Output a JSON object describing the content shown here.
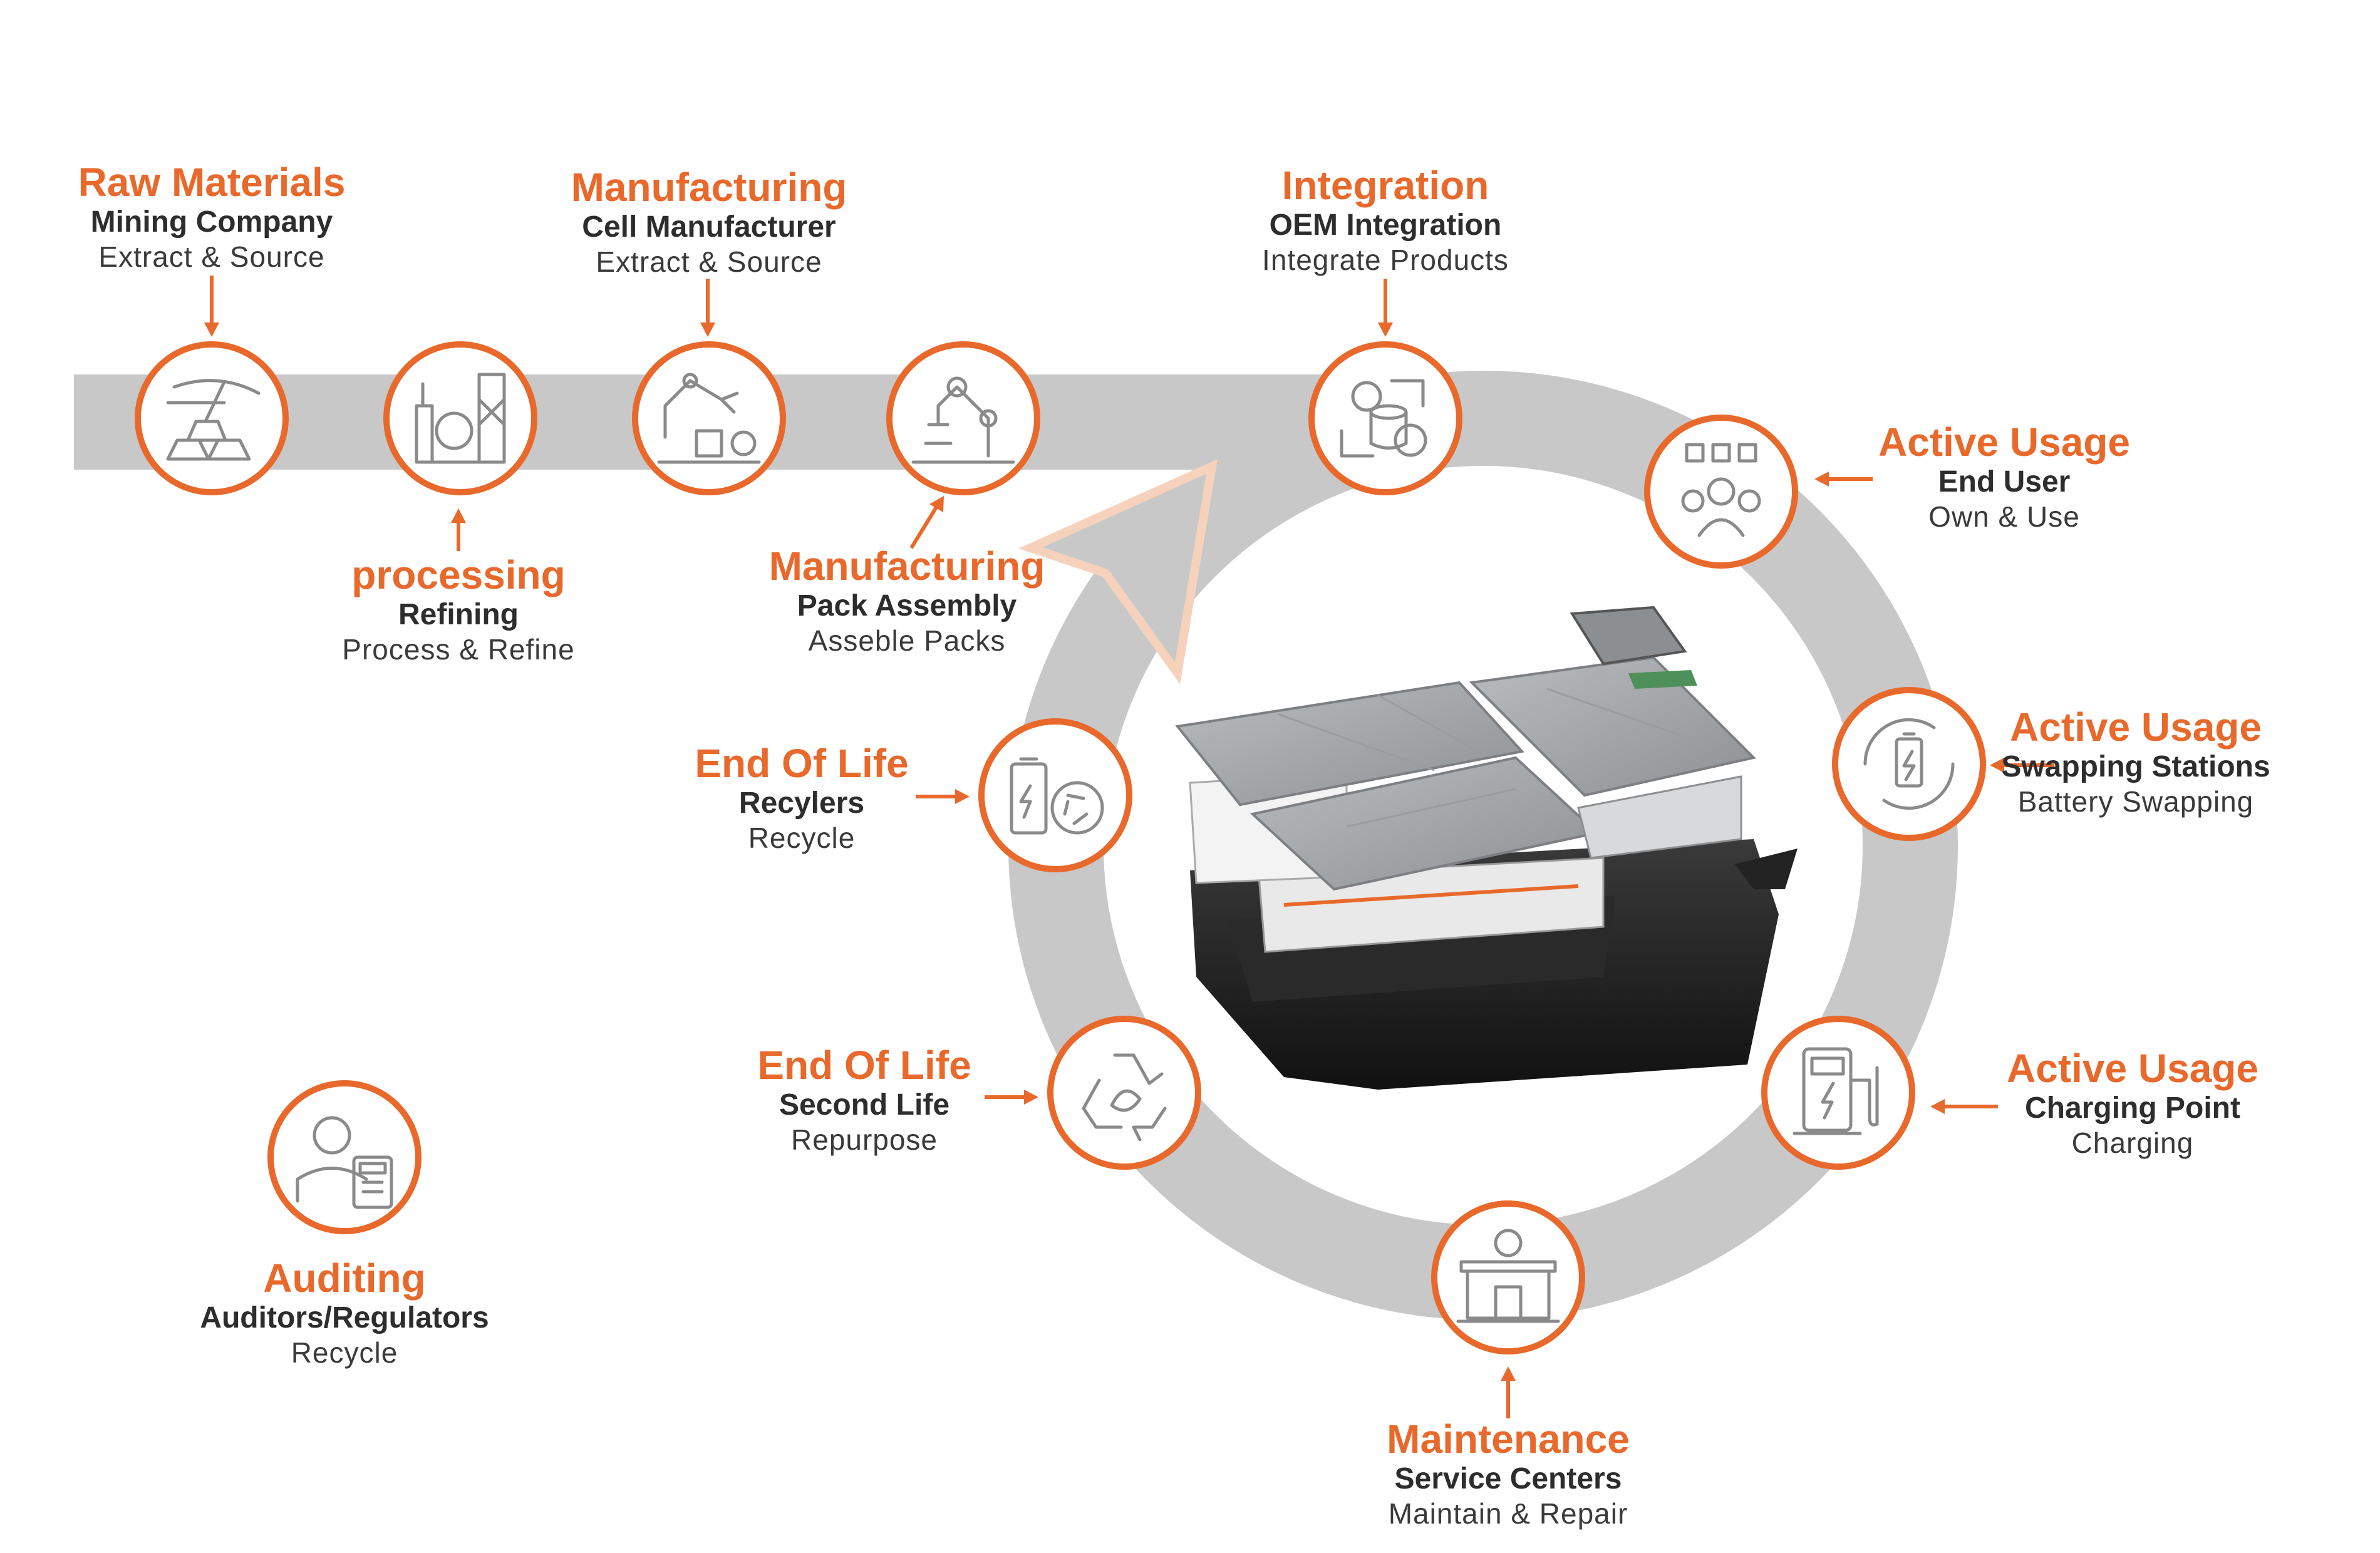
{
  "colors": {
    "accent": "#e8692b",
    "track": "#c8c8c8",
    "icon": "#8a8a8a",
    "dark": "#2d2d2d"
  },
  "stages": [
    {
      "id": "raw-materials",
      "title": "Raw Materials",
      "role": "Mining Company",
      "action": "Extract & Source",
      "icon": "mining-icon"
    },
    {
      "id": "processing",
      "title": "processing",
      "role": "Refining",
      "action": "Process & Refine",
      "icon": "refinery-icon"
    },
    {
      "id": "cell-manufacturing",
      "title": "Manufacturing",
      "role": "Cell Manufacturer",
      "action": "Extract & Source",
      "icon": "robot-arm-chip-icon"
    },
    {
      "id": "pack-manufacturing",
      "title": "Manufacturing",
      "role": "Pack Assembly",
      "action": "Asseble Packs",
      "icon": "robot-arm-icon"
    },
    {
      "id": "integration",
      "title": "Integration",
      "role": "OEM Integration",
      "action": "Integrate Products",
      "icon": "gears-database-icon"
    },
    {
      "id": "end-user",
      "title": "Active Usage",
      "role": "End User",
      "action": "Own & Use",
      "icon": "users-icon"
    },
    {
      "id": "swapping",
      "title": "Active Usage",
      "role": "Swapping Stations",
      "action": "Battery Swapping",
      "icon": "battery-swap-icon"
    },
    {
      "id": "charging",
      "title": "Active Usage",
      "role": "Charging Point",
      "action": "Charging",
      "icon": "charging-station-icon"
    },
    {
      "id": "maintenance",
      "title": "Maintenance",
      "role": "Service Centers",
      "action": "Maintain & Repair",
      "icon": "service-center-icon"
    },
    {
      "id": "second-life",
      "title": "End Of Life",
      "role": "Second Life",
      "action": "Repurpose",
      "icon": "recycle-leaf-icon"
    },
    {
      "id": "recyclers",
      "title": "End Of Life",
      "role": "Recylers",
      "action": "Recycle",
      "icon": "battery-recycle-icon"
    },
    {
      "id": "auditing",
      "title": "Auditing",
      "role": "Auditors/Regulators",
      "action": "Recycle",
      "icon": "auditor-icon"
    }
  ]
}
